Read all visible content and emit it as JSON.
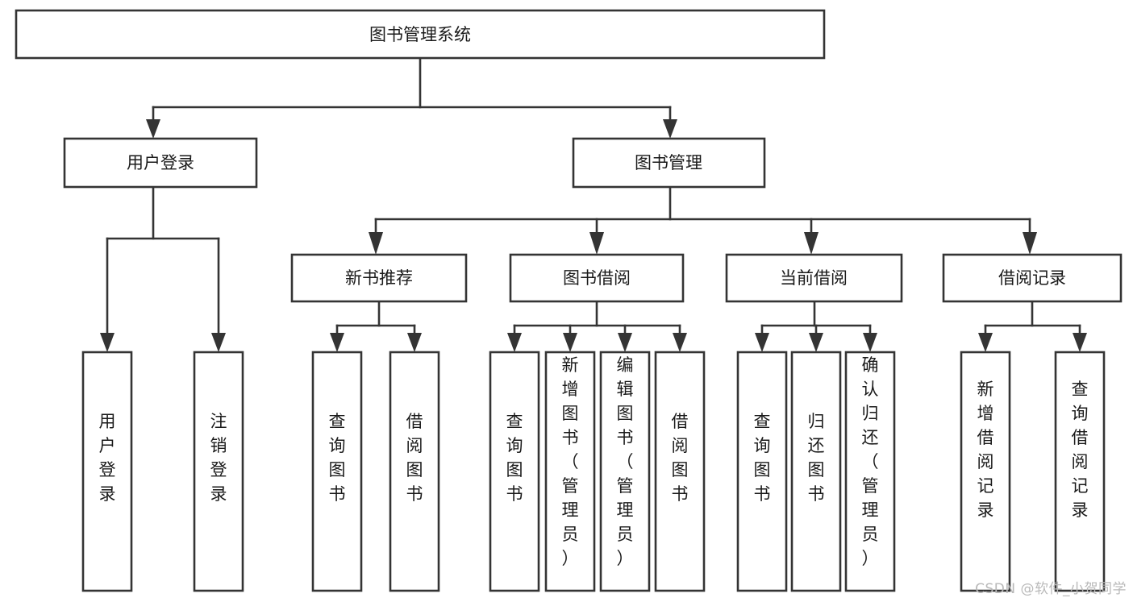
{
  "diagram": {
    "type": "hierarchy-tree",
    "title": "图书管理系统",
    "watermark": "CSDN @软件_小贺同学",
    "colors": {
      "stroke": "#343434",
      "fill": "#ffffff",
      "text": "#1a1a1a",
      "watermark": "#b9b9b9"
    },
    "levels": [
      {
        "level": 0,
        "nodes": [
          {
            "id": "root",
            "label": "图书管理系统",
            "orientation": "horizontal"
          }
        ]
      },
      {
        "level": 1,
        "nodes": [
          {
            "id": "login",
            "label": "用户登录",
            "orientation": "horizontal",
            "parent": "root"
          },
          {
            "id": "bookmgmt",
            "label": "图书管理",
            "orientation": "horizontal",
            "parent": "root"
          }
        ]
      },
      {
        "level": 2,
        "nodes": [
          {
            "id": "newbook",
            "label": "新书推荐",
            "orientation": "horizontal",
            "parent": "bookmgmt"
          },
          {
            "id": "borrow",
            "label": "图书借阅",
            "orientation": "horizontal",
            "parent": "bookmgmt"
          },
          {
            "id": "current",
            "label": "当前借阅",
            "orientation": "horizontal",
            "parent": "bookmgmt"
          },
          {
            "id": "record",
            "label": "借阅记录",
            "orientation": "horizontal",
            "parent": "bookmgmt"
          }
        ]
      },
      {
        "level": 3,
        "nodes": [
          {
            "id": "leaf-1",
            "label": "用户登录",
            "orientation": "vertical",
            "parent": "login"
          },
          {
            "id": "leaf-2",
            "label": "注销登录",
            "orientation": "vertical",
            "parent": "login"
          },
          {
            "id": "leaf-3",
            "label": "查询图书",
            "orientation": "vertical",
            "parent": "newbook"
          },
          {
            "id": "leaf-4",
            "label": "借阅图书",
            "orientation": "vertical",
            "parent": "newbook"
          },
          {
            "id": "leaf-5",
            "label": "查询图书",
            "orientation": "vertical",
            "parent": "borrow"
          },
          {
            "id": "leaf-6",
            "label": "新增图书（管理员）",
            "orientation": "vertical",
            "parent": "borrow"
          },
          {
            "id": "leaf-7",
            "label": "编辑图书（管理员）",
            "orientation": "vertical",
            "parent": "borrow"
          },
          {
            "id": "leaf-8",
            "label": "借阅图书",
            "orientation": "vertical",
            "parent": "borrow"
          },
          {
            "id": "leaf-9",
            "label": "查询图书",
            "orientation": "vertical",
            "parent": "current"
          },
          {
            "id": "leaf-10",
            "label": "归还图书",
            "orientation": "vertical",
            "parent": "current"
          },
          {
            "id": "leaf-11",
            "label": "确认归还（管理员）",
            "orientation": "vertical",
            "parent": "current"
          },
          {
            "id": "leaf-12",
            "label": "新增借阅记录",
            "orientation": "vertical",
            "parent": "record"
          },
          {
            "id": "leaf-13",
            "label": "查询借阅记录",
            "orientation": "vertical",
            "parent": "record"
          }
        ]
      }
    ]
  }
}
